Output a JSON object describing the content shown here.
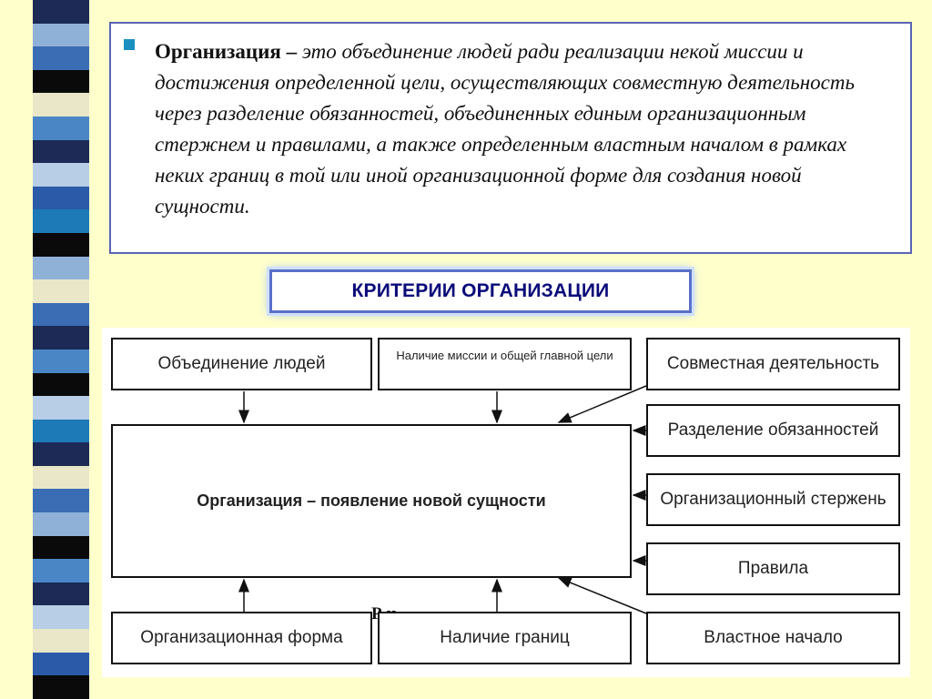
{
  "stripes": [
    "#1c2a55",
    "#8fb1d8",
    "#3b6db4",
    "#0a0a0a",
    "#e9e7c8",
    "#4a86c6",
    "#1c2a55",
    "#b8cde6",
    "#2a5aa8",
    "#1d7ab7",
    "#0a0a0a",
    "#8fb1d8",
    "#e9e7c8",
    "#3b6db4",
    "#1c2a55",
    "#4a86c6",
    "#0a0a0a",
    "#b8cde6",
    "#1d7ab7",
    "#1c2a55",
    "#e9e7c8",
    "#3b6db4",
    "#8fb1d8",
    "#0a0a0a",
    "#4a86c6",
    "#1c2a55",
    "#b8cde6",
    "#e9e7c8",
    "#2a5aa8",
    "#0a0a0a"
  ],
  "definition": {
    "term": "Организация –",
    "text": " это объединение людей ради реализации некой миссии и достижения определенной цели, осуществляющих совместную деятельность через разделение обязанностей, объединенных единым организационным стержнем и правилами, а также определенным властным началом в рамках неких границ в той или иной организационной форме для создания новой сущности."
  },
  "criteria_title": "КРИТЕРИИ ОРГАНИЗАЦИИ",
  "diagram": {
    "center": "Организация – появление новой сущности",
    "top": [
      "Объединение людей",
      "Наличие миссии и общей главной цели"
    ],
    "right": [
      "Совместная деятельность",
      "Разделение обязанностей",
      "Организационный стержень",
      "Правила",
      "Властное начало"
    ],
    "bottom": [
      "Организационная форма",
      "Наличие границ"
    ],
    "caption_fragment": "Р                    и"
  }
}
